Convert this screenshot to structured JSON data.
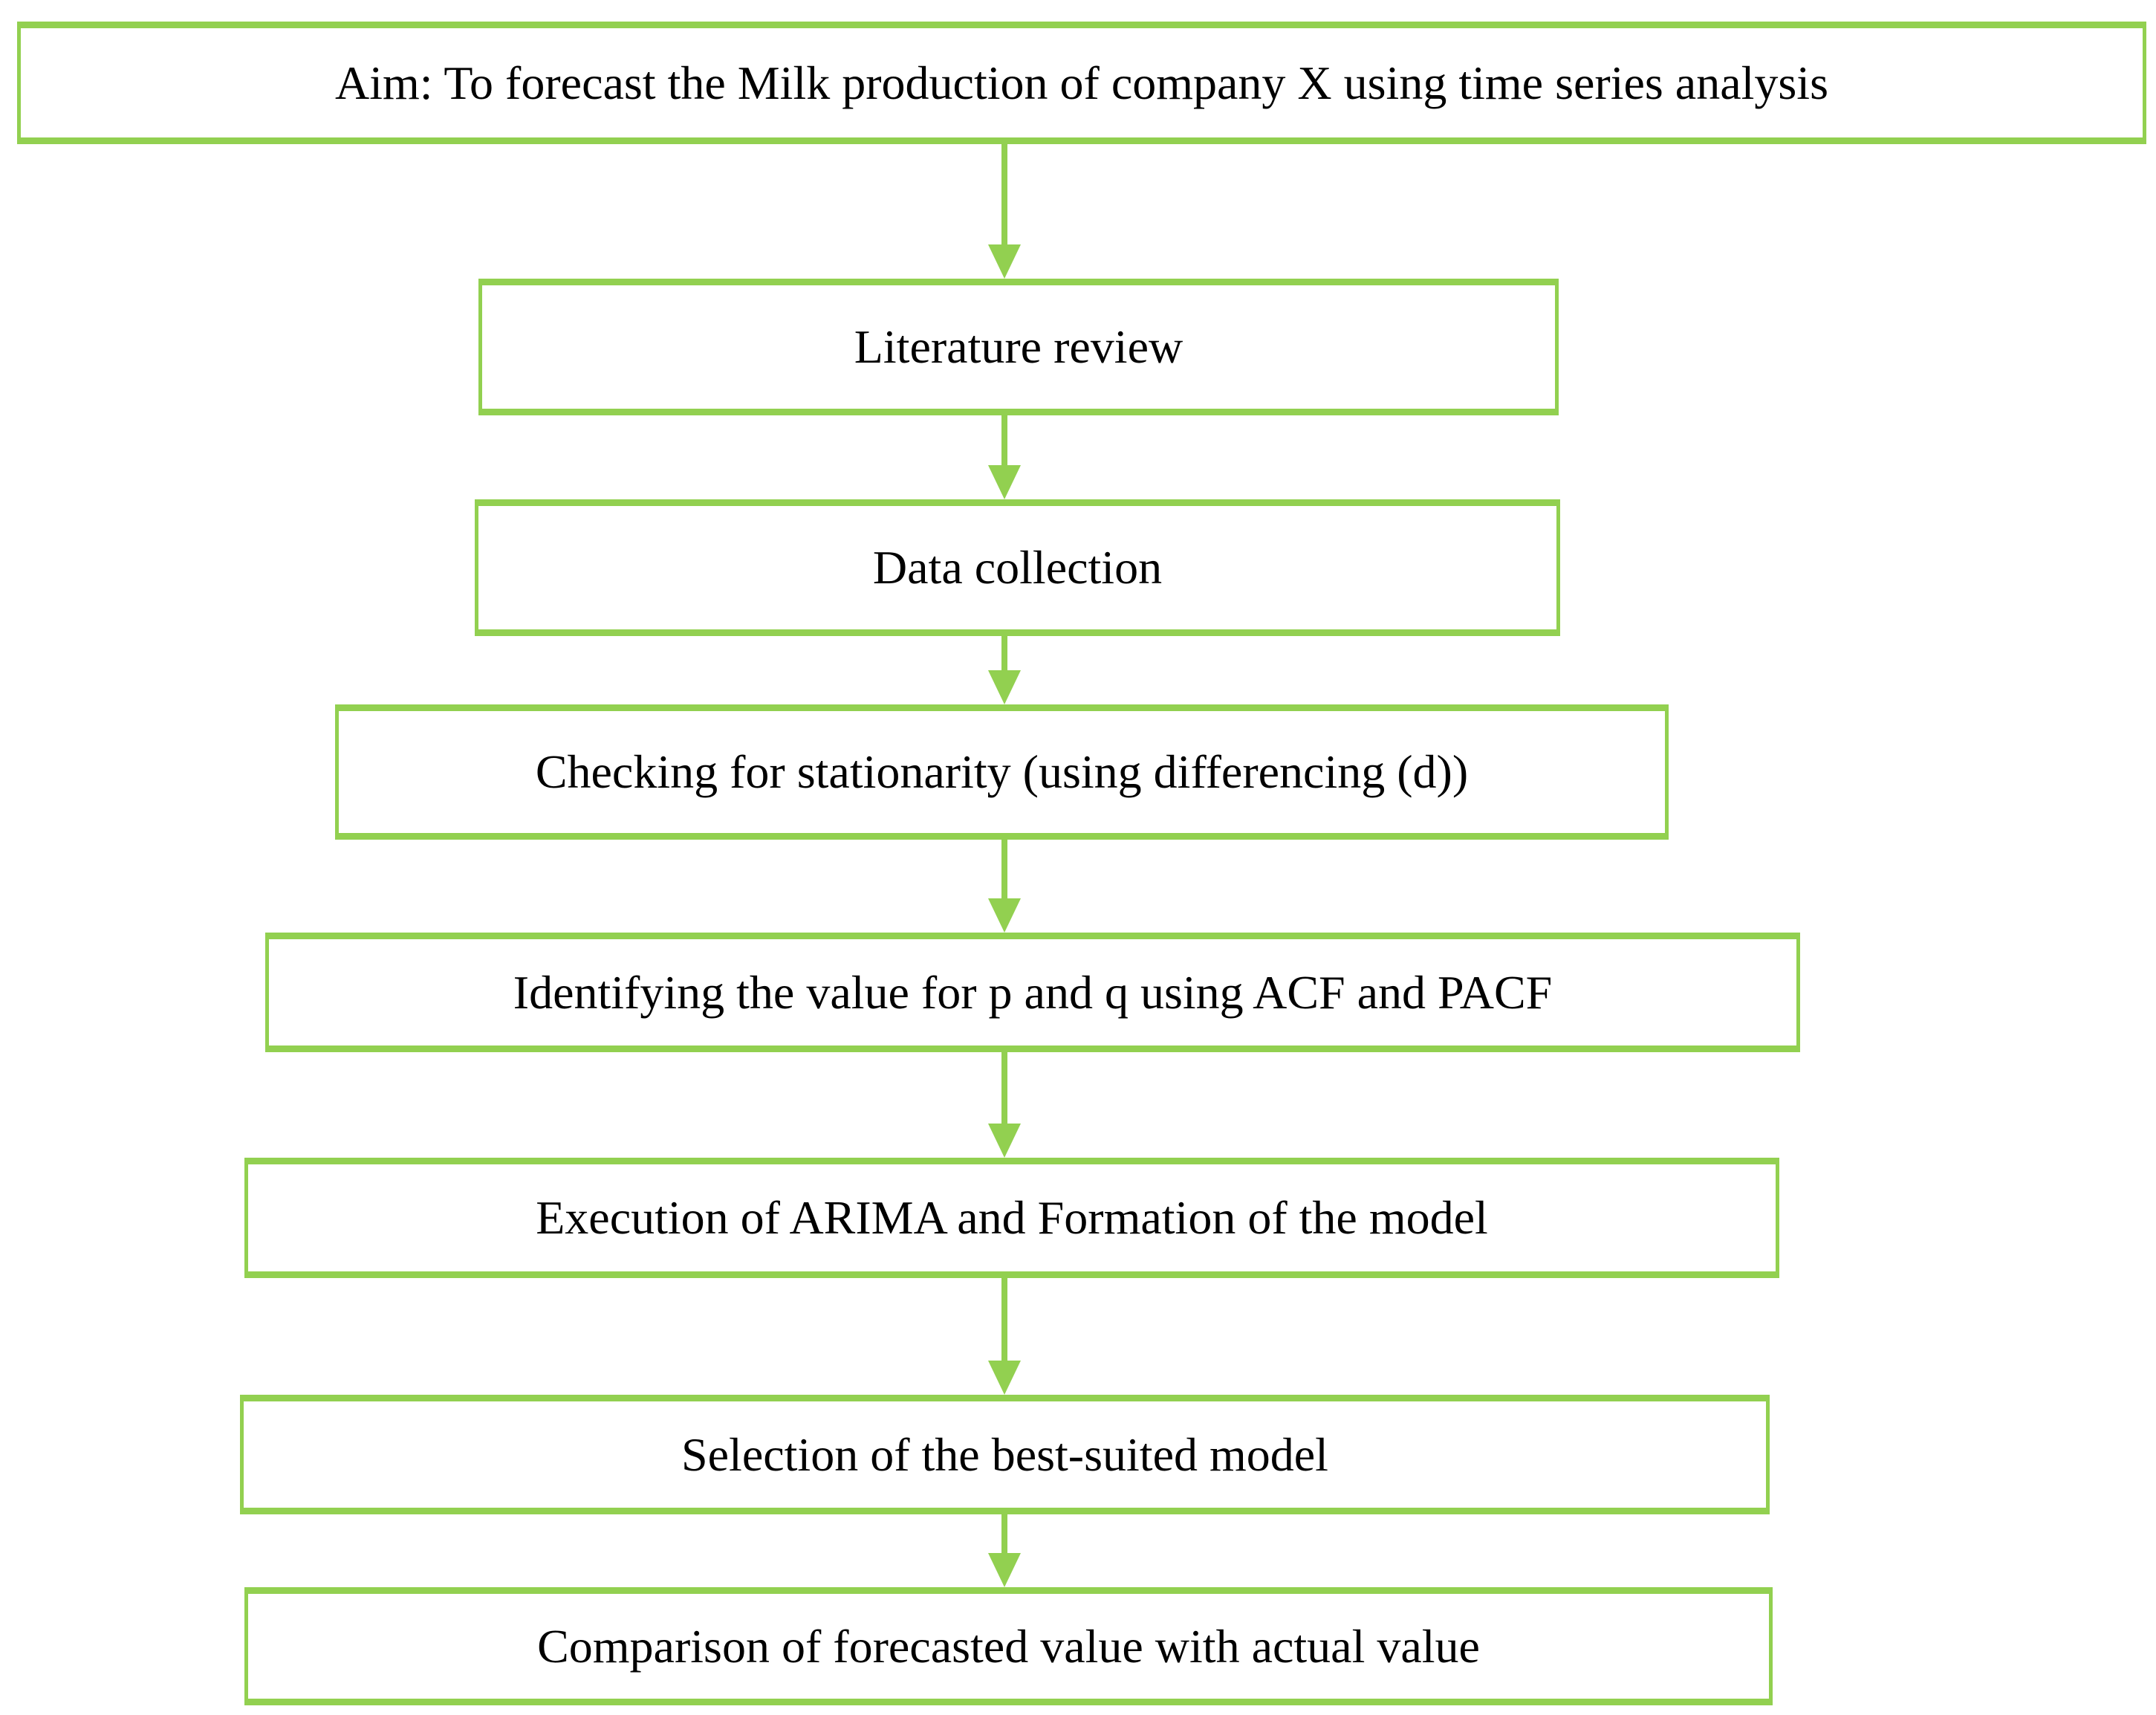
{
  "diagram": {
    "type": "flowchart",
    "colors": {
      "box_border": "#92d050",
      "arrow": "#92d050",
      "text": "#000000",
      "background": "#ffffff"
    },
    "steps": [
      {
        "label": "Aim: To forecast the Milk production of company X using time series analysis"
      },
      {
        "label": "Literature review"
      },
      {
        "label": "Data collection"
      },
      {
        "label": "Checking for stationarity (using differencing (d))"
      },
      {
        "label": "Identifying the value for p and q using ACF and PACF"
      },
      {
        "label": "Execution of ARIMA and Formation of the model"
      },
      {
        "label": "Selection of the best-suited model"
      },
      {
        "label": "Comparison of forecasted value with actual value"
      }
    ]
  }
}
